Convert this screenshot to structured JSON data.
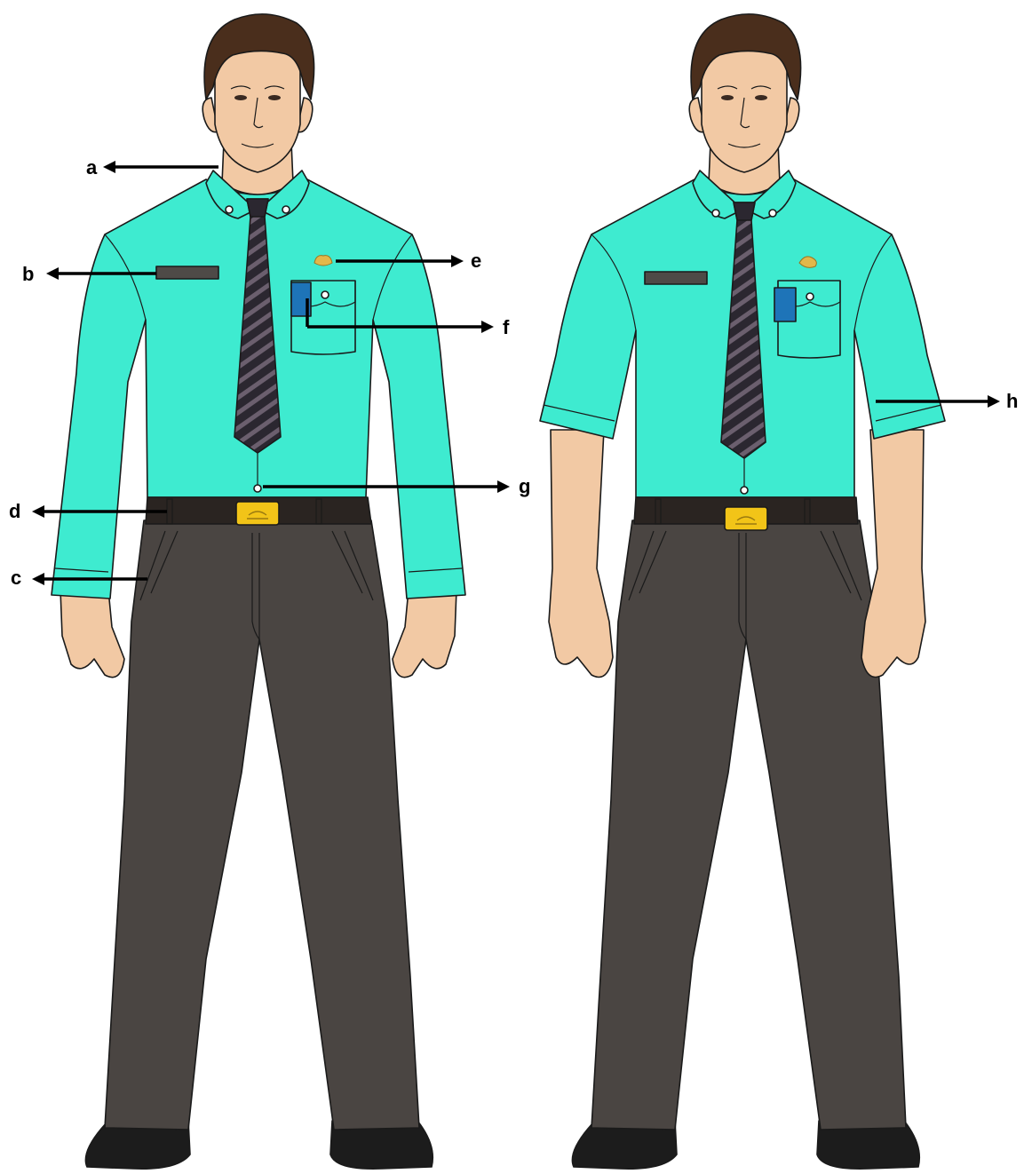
{
  "colors": {
    "shirt": "#3EEBD0",
    "trousers": "#4A4542",
    "skin": "#F2C9A4",
    "hair": "#4A2E1C",
    "belt": "#2A2421",
    "buckle": "#F2C418",
    "tie_dark": "#2B2730",
    "tie_stripe": "#6B5F6E",
    "name_tag": "#4E4A47",
    "pocket_badge": "#1E74B8",
    "emblem": "#E2B84A",
    "shoes": "#1C1C1C",
    "annotation": "#000000"
  },
  "figures": [
    {
      "id": "long-sleeve",
      "sleeve": "long"
    },
    {
      "id": "short-sleeve",
      "sleeve": "short"
    }
  ],
  "callouts": [
    {
      "label": "a",
      "points_to": "collar"
    },
    {
      "label": "b",
      "points_to": "name-tag"
    },
    {
      "label": "c",
      "points_to": "trousers-pocket"
    },
    {
      "label": "d",
      "points_to": "belt"
    },
    {
      "label": "e",
      "points_to": "emblem"
    },
    {
      "label": "f",
      "points_to": "pocket-badge"
    },
    {
      "label": "g",
      "points_to": "tie-clip"
    },
    {
      "label": "h",
      "points_to": "short-sleeve"
    }
  ]
}
